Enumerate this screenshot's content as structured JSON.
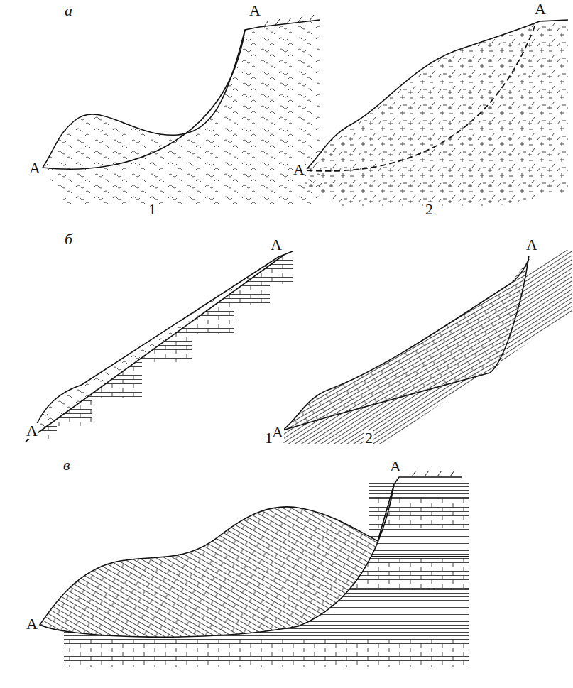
{
  "diagram": {
    "labels": [
      "а",
      "А",
      "А",
      "А",
      "А",
      "1",
      "2",
      "б",
      "А",
      "А",
      "1",
      "А",
      "А",
      "2",
      "в",
      "А",
      "А"
    ]
  }
}
